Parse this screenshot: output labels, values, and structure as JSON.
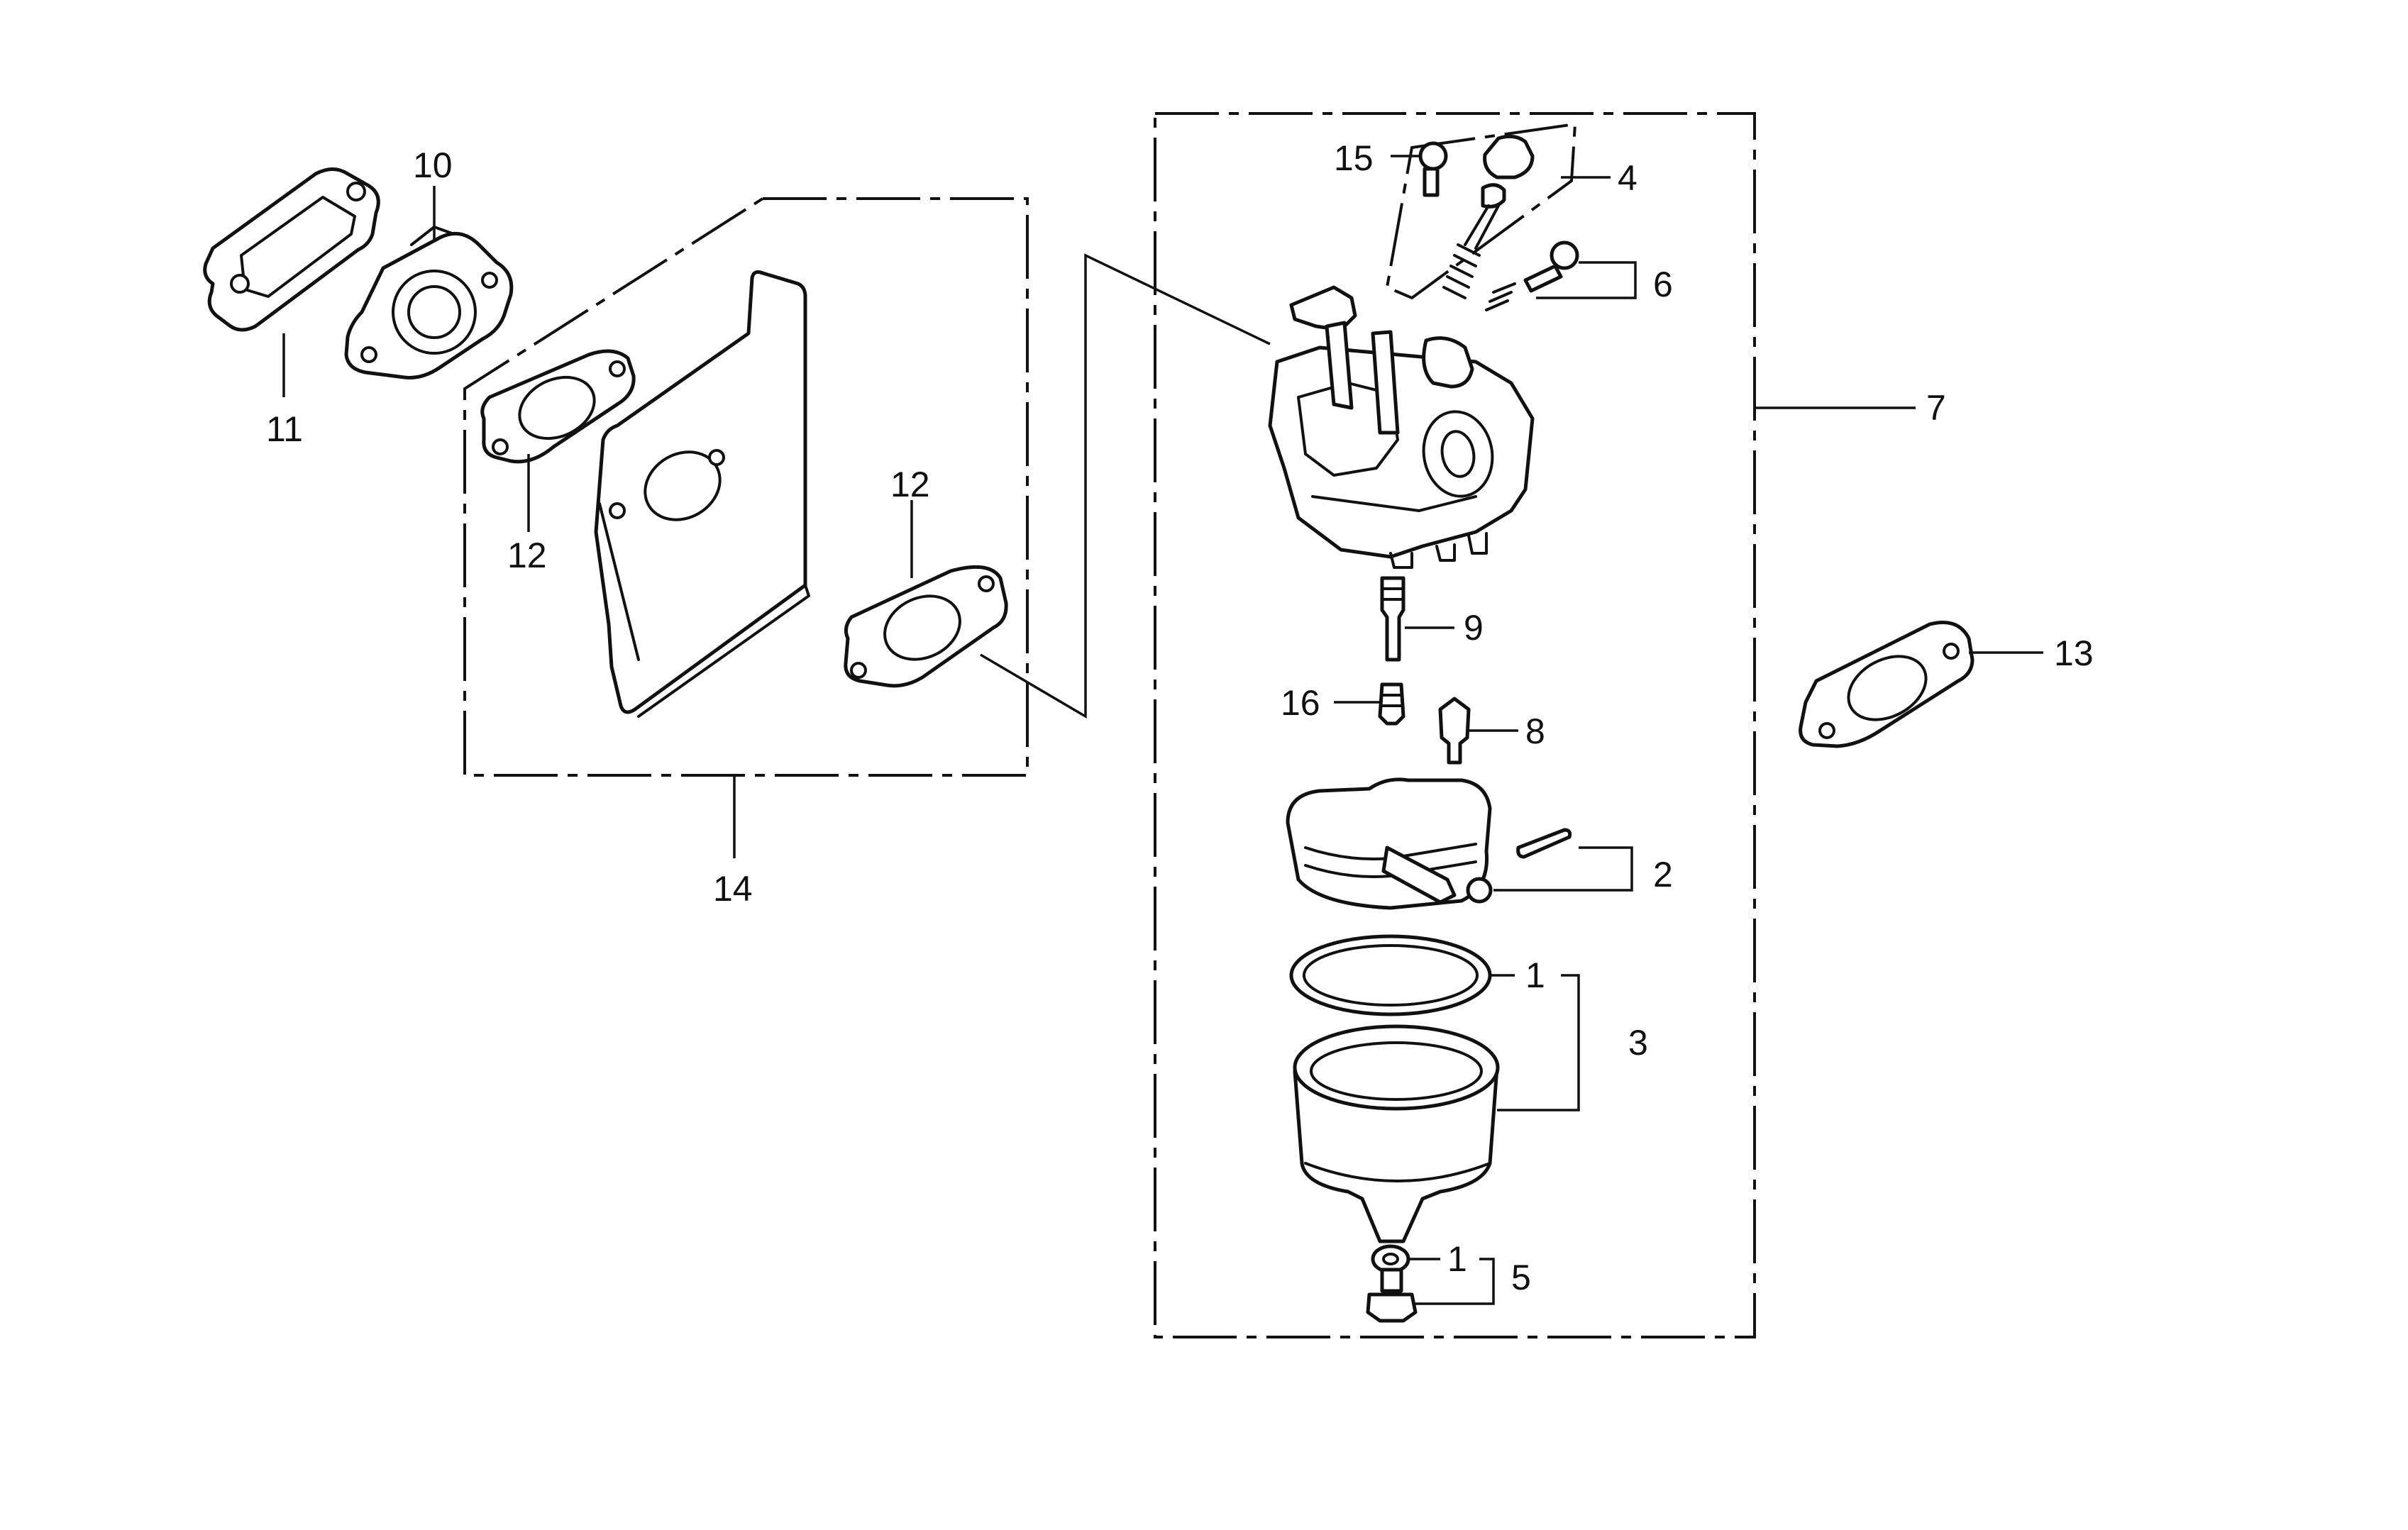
{
  "labels": {
    "p1a": "1",
    "p1b": "1",
    "p2": "2",
    "p3": "3",
    "p4": "4",
    "p5": "5",
    "p6": "6",
    "p7": "7",
    "p8": "8",
    "p9": "9",
    "p10": "10",
    "p11": "11",
    "p12a": "12",
    "p12b": "12",
    "p13": "13",
    "p14": "14",
    "p15": "15",
    "p16": "16"
  }
}
